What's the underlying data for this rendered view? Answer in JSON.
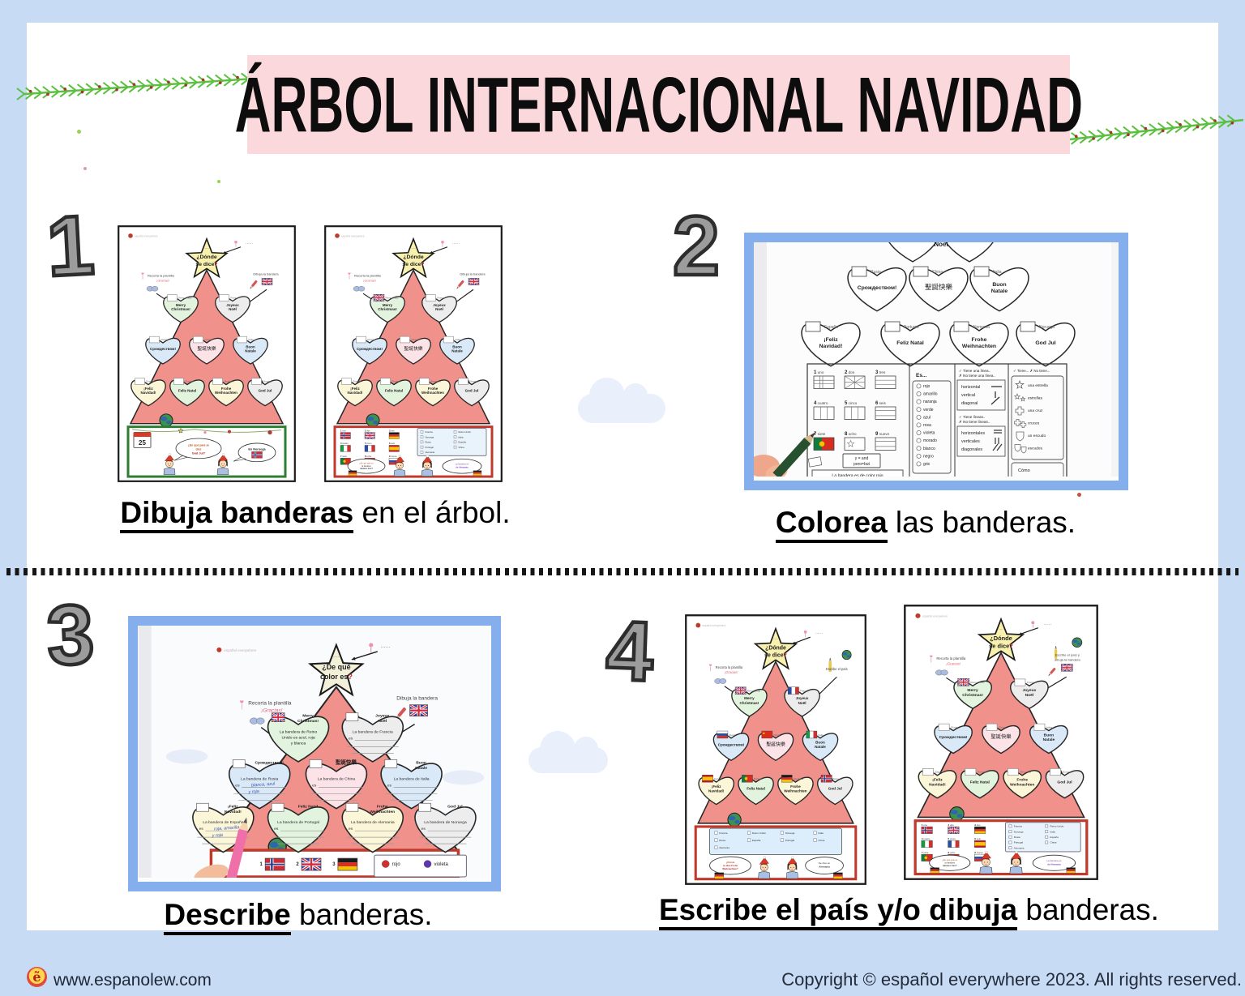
{
  "page": {
    "background": "#c8dbf5",
    "card_color": "#ffffff",
    "footer": {
      "logo_char": "ẽ",
      "site": "www.espanolew.com",
      "copyright": "Copyright © español everywhere 2023. All rights reserved."
    }
  },
  "header": {
    "title": "ÁRBOL INTERNACIONAL NAVIDAD",
    "banner_color": "#fbd8db"
  },
  "steps": [
    {
      "number": "1",
      "caption_bold": "Dibuja banderas",
      "caption_rest": " en el árbol."
    },
    {
      "number": "2",
      "caption_bold": "Colorea",
      "caption_rest": " las banderas."
    },
    {
      "number": "3",
      "caption_bold": "Describe",
      "caption_rest": " banderas."
    },
    {
      "number": "4",
      "caption_bold": "Escribe el país y/o dibuja",
      "caption_rest": " banderas."
    }
  ],
  "worksheet": {
    "brand": "español everywhere",
    "star_where": {
      "lines": [
        "¿Dónde",
        "se dice"
      ],
      "tail": "?"
    },
    "star_color": {
      "lines": [
        "¿De qué",
        "color es"
      ],
      "tail": "?"
    },
    "note_recorta": "Recorta la plantilla",
    "note_gracias": "¡Gracias!",
    "note_dibuja": "Dibuja la bandera",
    "note_escribe": "Escribe el país",
    "note_escribe2": [
      "Escribe el país y",
      "dibuja la bandera"
    ],
    "hearts": [
      {
        "country": "Reino Unido",
        "greeting": "Merry Christmas!",
        "lines": [
          "Merry",
          "Christmas!"
        ],
        "flag": "uk",
        "color": "#e2f3de"
      },
      {
        "country": "Francia",
        "greeting": "Joyeux Noël",
        "lines": [
          "Joyeux",
          "Noël"
        ],
        "flag": "france",
        "color": "#ededed"
      },
      {
        "country": "Rusia",
        "greeting": "Срождеством!",
        "lines": [
          "Срождеством!"
        ],
        "flag": "russia",
        "color": "#d9e9f8"
      },
      {
        "country": "China",
        "greeting": "聖誕快樂",
        "lines": [
          "聖誕快樂"
        ],
        "flag": "china",
        "color": "#fbe3e8"
      },
      {
        "country": "Italia",
        "greeting": "Buon Natale",
        "lines": [
          "Buon",
          "Natale"
        ],
        "flag": "italy",
        "color": "#d9e9f8"
      },
      {
        "country": "España",
        "greeting": "¡Feliz Navidad!",
        "lines": [
          "¡Feliz",
          "Navidad!"
        ],
        "flag": "spain",
        "color": "#fcf6d8"
      },
      {
        "country": "Portugal",
        "greeting": "Feliz Natal",
        "lines": [
          "Feliz Natal"
        ],
        "flag": "portugal",
        "color": "#e2f3de"
      },
      {
        "country": "Alemania",
        "greeting": "Frohe Weihnachten",
        "lines": [
          "Frohe",
          "Weihnachten"
        ],
        "flag": "germany",
        "color": "#fcf6d8"
      },
      {
        "country": "Noruega",
        "greeting": "God Jul",
        "lines": [
          "God Jul"
        ],
        "flag": "norway",
        "color": "#ededed"
      }
    ],
    "numbers": [
      "uno",
      "dos",
      "tres",
      "cuatro",
      "cinco",
      "seis",
      "siete",
      "ocho",
      "nueve"
    ],
    "number_flags": [
      "norway",
      "uk",
      "germany",
      "italy",
      "france",
      "spain",
      "portugal",
      "china",
      "russia"
    ],
    "checklist_left": [
      "Francia",
      "Noruega",
      "Rusia",
      "Portugal",
      "Alemania"
    ],
    "checklist_right": [
      "Reino Unido",
      "Italia",
      "España",
      "China"
    ],
    "checklist_rows": [
      [
        "Francia",
        "Reino Unido",
        "Noruega",
        "Italia"
      ],
      [
        "Rusia",
        "España",
        "Portugal",
        "China"
      ],
      [
        "Alemania"
      ]
    ],
    "calendar_day": "25",
    "bubble_q1": [
      "¿En qué país se",
      "dice",
      "God Jul?"
    ],
    "bubble_a1": "En Noruega",
    "bubble_qf": [
      "¿En qué país es",
      "la bandera",
      "número tres?"
    ],
    "bubble_af": [
      "La bandera es",
      "de Alemania"
    ],
    "bubble_qc": [
      "¿Dónde",
      "se dice Frohe",
      "Weihnachten?"
    ],
    "bubble_ac": [
      "Se dice en",
      "Alemania"
    ],
    "colors_title": "Es...",
    "colors": [
      "rojo",
      "amarillo",
      "naranja",
      "verde",
      "azul",
      "rosa",
      "violeta",
      "morado",
      "blanco",
      "negro",
      "gris"
    ],
    "lines1_t": "Tiene una línea..",
    "lines1_n": "No tiene una línea..",
    "lines1": [
      "horizontal",
      "vertical",
      "diagonal"
    ],
    "lines2_t": "Tiene líneas..",
    "lines2_n": "No tiene líneas..",
    "lines2": [
      "horizontales",
      "verticales",
      "diagonales"
    ],
    "shapes_t": "Tiene...",
    "shapes_n": "No tiene...",
    "shapes": [
      "una estrella",
      "estrellas",
      "una cruz",
      "cruces",
      "un escudo",
      "escudos"
    ],
    "como": "Cómo",
    "extra": [
      "y = and",
      "pero=but"
    ],
    "sentence": "La bandera es de color rojo",
    "legend3": [
      {
        "label": "rojo",
        "color": "#d32f2f"
      },
      {
        "label": "violeta",
        "color": "#5e35b1"
      }
    ],
    "describe_prefix": "La bandera de",
    "describe_es": "es",
    "uk_example": [
      "La bandera de Reino",
      "Unido es azul, roja",
      "y blanca"
    ],
    "handwriting": {
      "Rusia": [
        "blanca, azul",
        "y roja"
      ],
      "España": [
        "roja, amarilla",
        "y roja"
      ]
    },
    "figures": {
      "ws1b_flags": {
        "0": "uk"
      },
      "ws4a_flags": {
        "0": "uk",
        "1": "france",
        "2": "russia",
        "3": "china",
        "4": "italy",
        "5": "spain",
        "6": "portugal",
        "7": "germany",
        "8": "norway"
      },
      "ws4b_flags": {
        "0": "uk"
      },
      "photo_border": "#84aeec",
      "tree_color": "#f0918c",
      "green_border": "#2e7d32",
      "red_border": "#c0392b"
    }
  }
}
